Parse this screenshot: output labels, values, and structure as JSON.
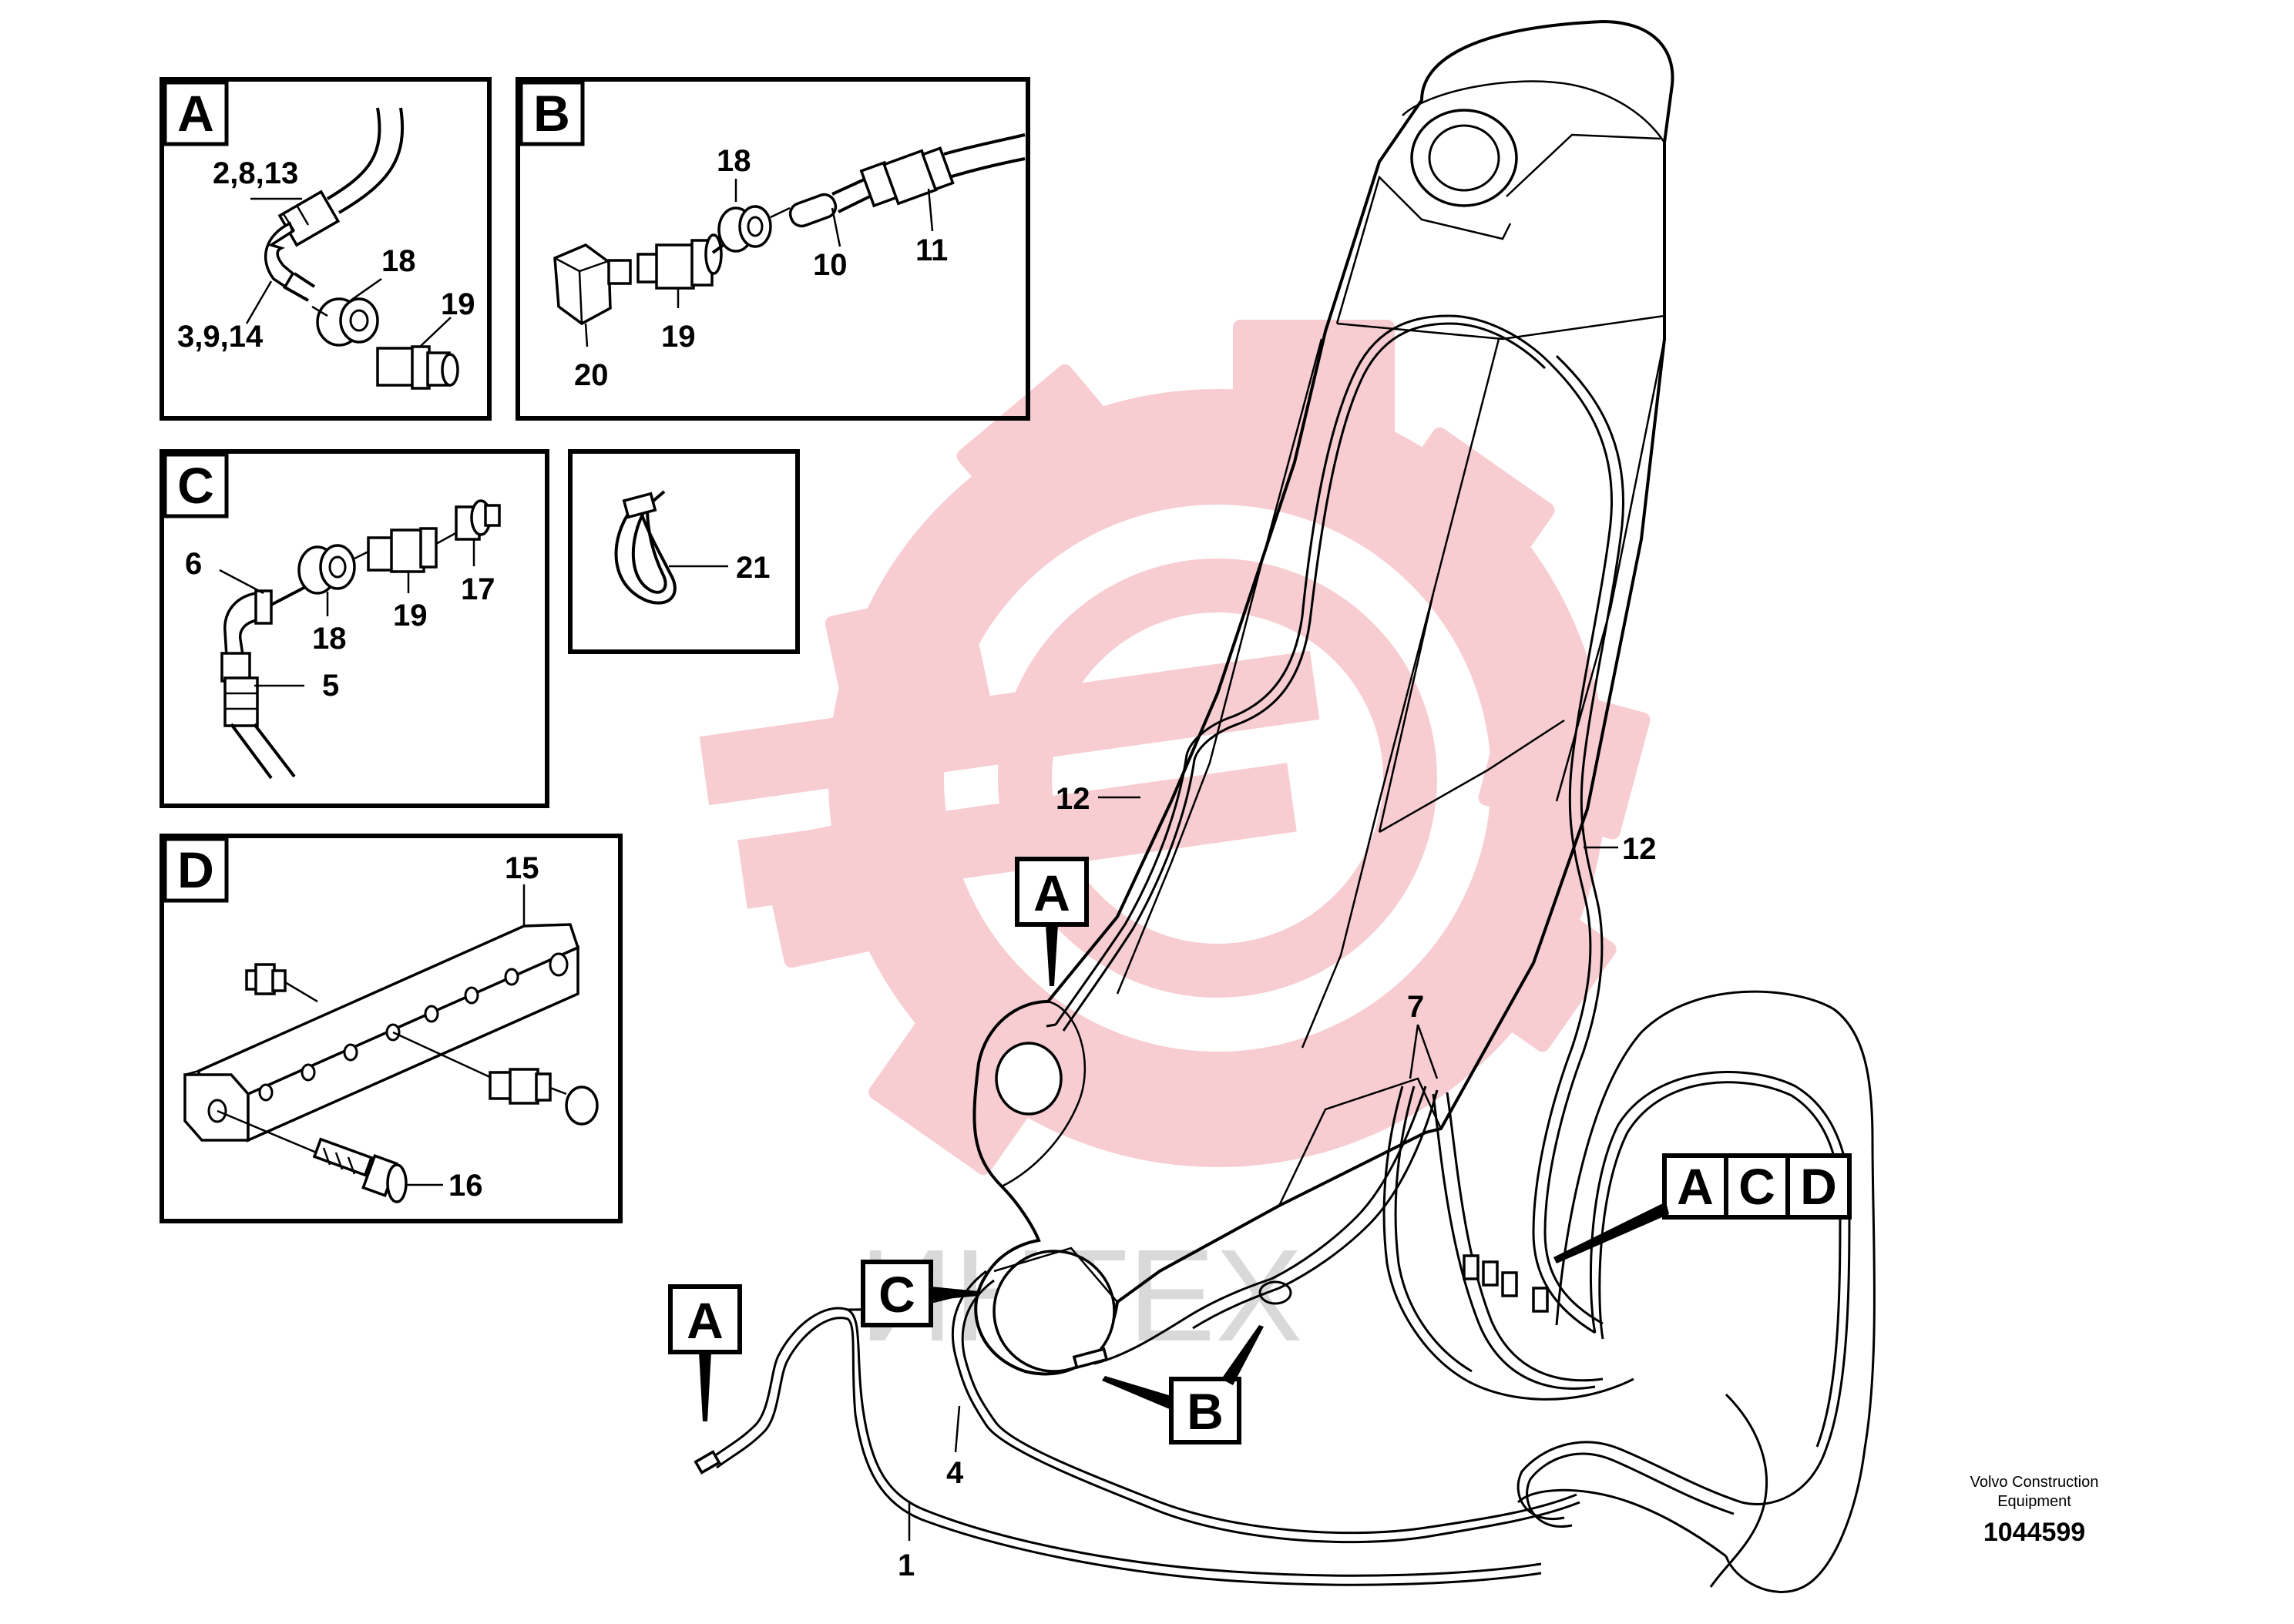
{
  "watermark": {
    "text": "ИНТЕХ",
    "logo": "gear-wrench-logo",
    "color": "#f2b9bd"
  },
  "details": {
    "a": {
      "letter": "A",
      "labels": [
        "2,8,13",
        "3,9,14",
        "18",
        "19"
      ]
    },
    "b": {
      "letter": "B",
      "labels": [
        "18",
        "20",
        "19",
        "10",
        "11"
      ]
    },
    "c": {
      "letter": "C",
      "labels": [
        "6",
        "5",
        "18",
        "19",
        "17"
      ]
    },
    "tie": {
      "labels": [
        "21"
      ]
    },
    "d": {
      "letter": "D",
      "labels": [
        "15",
        "16"
      ]
    }
  },
  "main": {
    "labels": {
      "l12_left": "12",
      "l12_right": "12",
      "l7": "7",
      "l4": "4",
      "l1": "1"
    },
    "callouts": {
      "a_upper": "A",
      "a_lower": "A",
      "c": "C",
      "b": "B",
      "acd": [
        "A",
        "C",
        "D"
      ]
    }
  },
  "credit": {
    "line1": "Volvo Construction",
    "line2": "Equipment",
    "number": "1044599"
  }
}
